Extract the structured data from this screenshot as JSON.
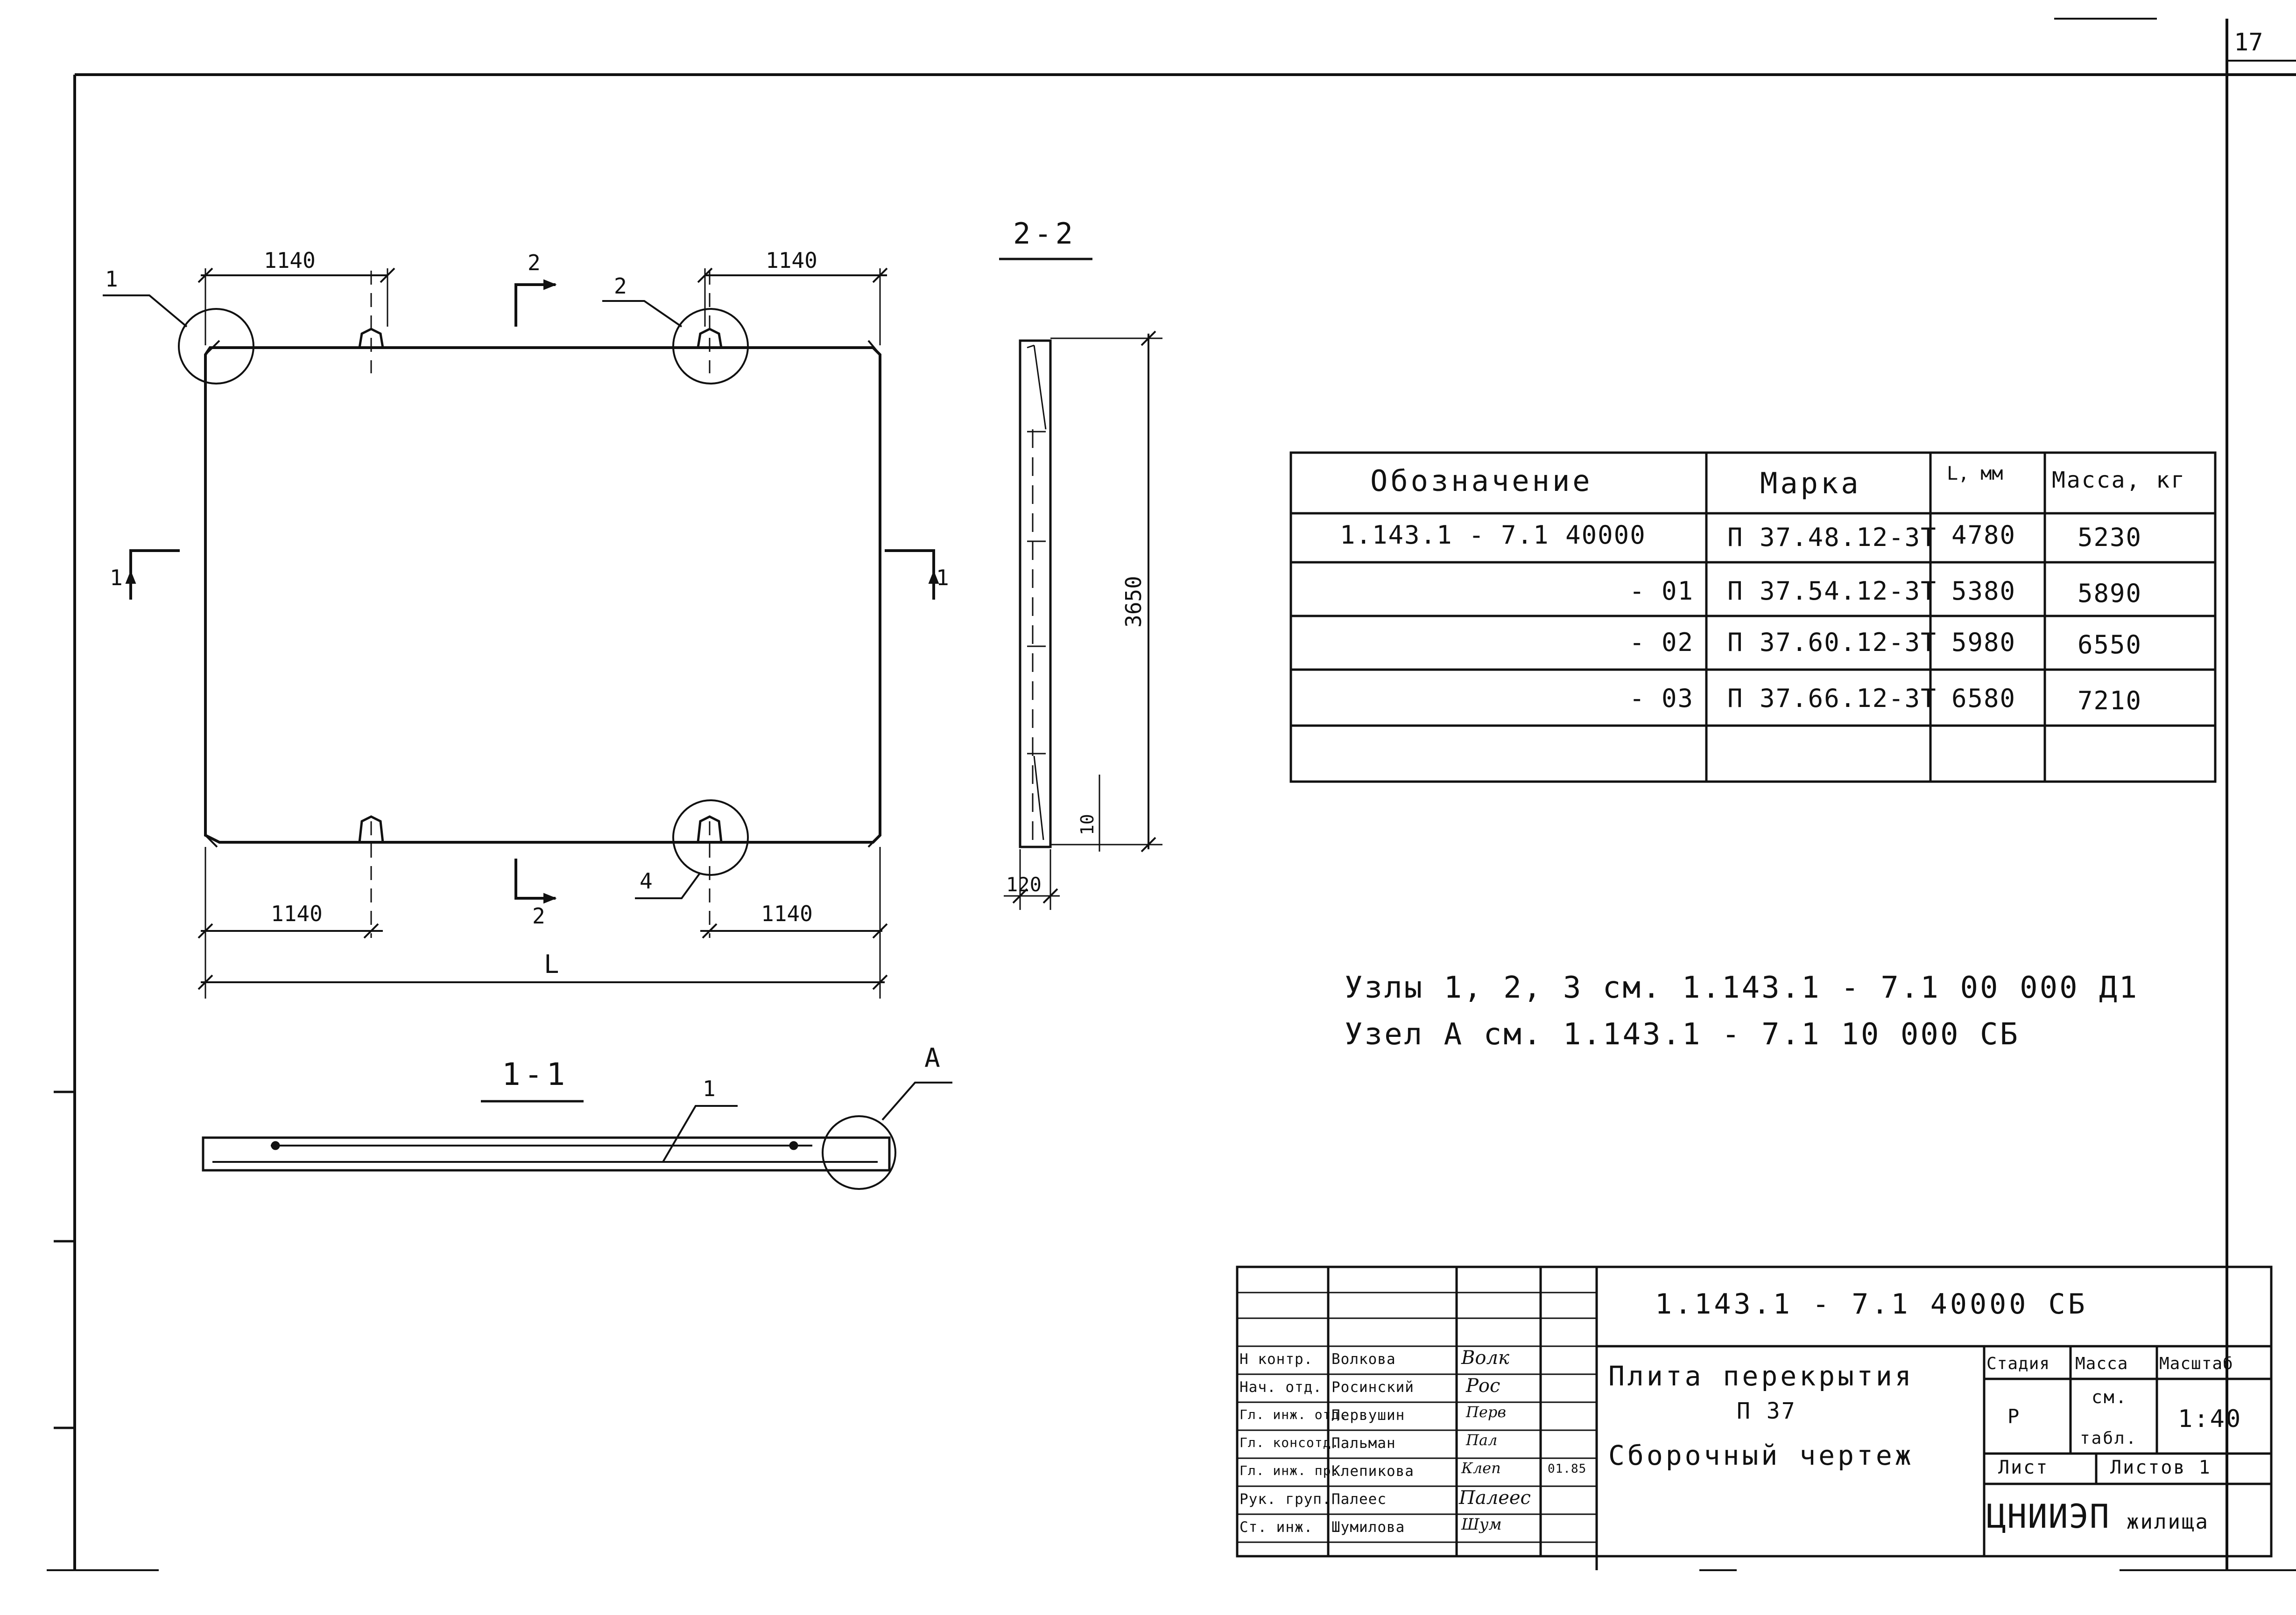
{
  "sheet_number": "17",
  "plan": {
    "dim_top_left": "1140",
    "dim_top_right": "1140",
    "dim_bottom_left": "1140",
    "dim_bottom_right": "1140",
    "dim_overall": "L",
    "callout_1": "1",
    "callout_2": "2",
    "callout_4": "4",
    "section_2_top": "2",
    "section_2_bottom": "2",
    "section_1_left": "1",
    "section_1_right": "1"
  },
  "section_22": {
    "title": "2-2",
    "height": "3650",
    "dim_10": "10",
    "dim_120": "120"
  },
  "section_11": {
    "title": "1-1",
    "callout": "1",
    "node_label": "А"
  },
  "spec_table": {
    "headers": [
      "Обозначение",
      "Марка",
      "L, мм",
      "Масса, кг"
    ],
    "rows": [
      [
        "1.143.1 - 7.1  40000",
        "П 37.48.12-3Т",
        "4780",
        "5230"
      ],
      [
        "- 01",
        "П 37.54.12-3Т",
        "5380",
        "5890"
      ],
      [
        "- 02",
        "П 37.60.12-3Т",
        "5980",
        "6550"
      ],
      [
        "- 03",
        "П 37.66.12-3Т",
        "6580",
        "7210"
      ],
      [
        "",
        "",
        "",
        ""
      ]
    ]
  },
  "notes": [
    "Узлы 1, 2, 3 см. 1.143.1 - 7.1  00 000 Д1",
    "Узел А см. 1.143.1 - 7.1  10 000 СБ"
  ],
  "title_block": {
    "doc_code": "1.143.1 - 7.1  40000 СБ",
    "title_line1": "Плита перекрытия",
    "title_line2": "П 37",
    "title_line3": "Сборочный чертеж",
    "stage_header": "Стадия",
    "mass_header": "Масса",
    "scale_header": "Масштаб",
    "stage_value": "Р",
    "mass_value_1": "см.",
    "mass_value_2": "табл.",
    "scale_value": "1:40",
    "sheet_label": "Лист",
    "sheets_label": "Листов 1",
    "org": "ЦНИИЭП",
    "org_suffix": "жилища",
    "date": "01.85",
    "staff": [
      {
        "role": "Н контр.",
        "name": "Волкова",
        "sig": "Волк"
      },
      {
        "role": "Нач. отд.",
        "name": "Росинский",
        "sig": "Рос"
      },
      {
        "role": "Гл. инж. отд.",
        "name": "Первушин",
        "sig": "Перв"
      },
      {
        "role": "Гл. консотд.",
        "name": "Пальман",
        "sig": "Пал"
      },
      {
        "role": "Гл. инж. пр.",
        "name": "Клепикова",
        "sig": "Клеп"
      },
      {
        "role": "Рук. груп.",
        "name": "Палеес",
        "sig": "Палеес"
      },
      {
        "role": "Ст. инж.",
        "name": "Шумилова",
        "sig": "Шум"
      }
    ]
  }
}
